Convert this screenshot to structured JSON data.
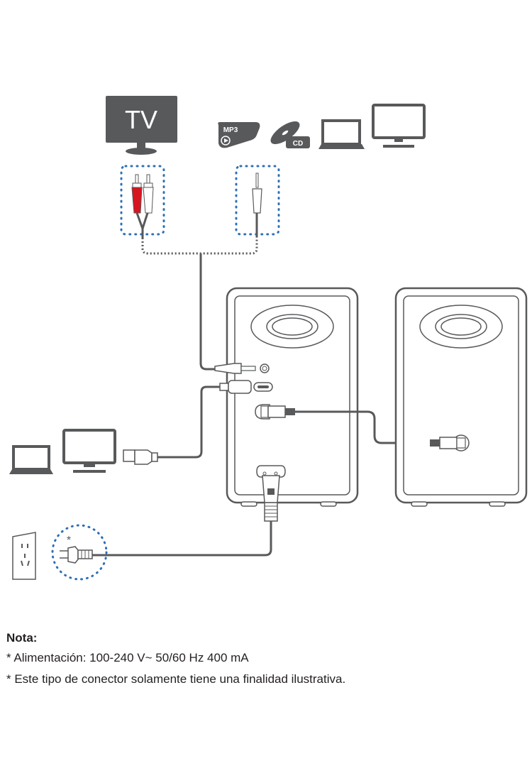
{
  "diagram": {
    "title": "Speaker connection diagram",
    "source_devices": {
      "tv_label": "TV",
      "mp3_label": "MP3",
      "cd_label": "CD",
      "others": [
        "laptop",
        "monitor"
      ]
    },
    "usb_source_devices": [
      "laptop",
      "monitor"
    ],
    "connectors": {
      "rca": [
        "red",
        "white"
      ],
      "aux": "3.5mm jack",
      "usb": "USB-C",
      "speaker_link": "speaker cable",
      "power": "AC power cord"
    },
    "power_asterisk": "*",
    "colors": {
      "line": "#58595b",
      "icon_fill": "#58595b",
      "highlight_dots": "#2e6fb7",
      "rca_red": "#d7151f"
    }
  },
  "note": {
    "title": "Nota:",
    "lines": [
      "* Alimentación: 100-240 V~ 50/60 Hz 400 mA",
      "* Este tipo de conector solamente tiene una finalidad ilustrativa."
    ]
  }
}
